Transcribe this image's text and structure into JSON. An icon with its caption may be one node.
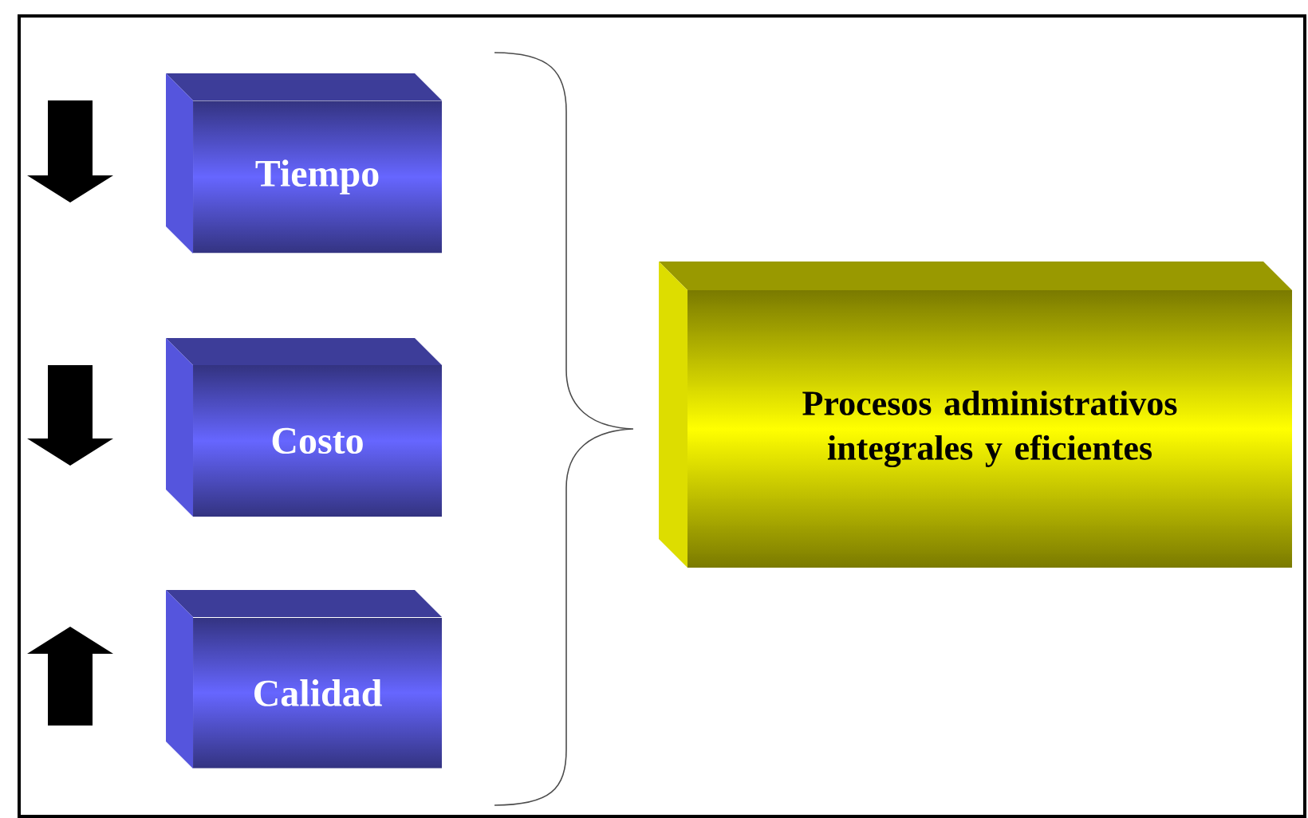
{
  "diagram": {
    "nodes": [
      {
        "text": [
          "Tiempo"
        ]
      },
      {
        "text": [
          "Costo"
        ]
      },
      {
        "text": [
          "Calidad"
        ]
      },
      {
        "text": [
          "Procesos administrativos integrales y eficientes"
        ]
      }
    ]
  }
}
